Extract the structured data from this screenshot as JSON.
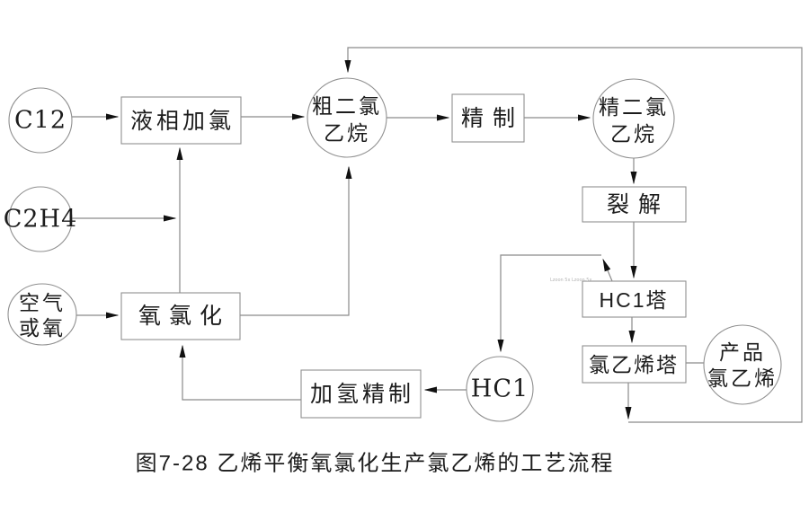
{
  "figure": {
    "caption": "图7-28 乙烯平衡氧氯化生产氯乙烯的工艺流程",
    "artifact_text": "Lzoon 5x Lzoon 5x"
  },
  "palette": {
    "background": "#ffffff",
    "line": "#8a8a8a",
    "arrowhead": "#111111",
    "text": "#1c1c1c",
    "artifact_text": "#b4b4b4"
  },
  "nodes": {
    "cl2": {
      "label": "C12"
    },
    "ethylene": {
      "label": "C2H4"
    },
    "air_or_oxygen": {
      "line1": "空气",
      "line2": "或氧"
    },
    "liquid_chlorination": {
      "label": "液相加氯"
    },
    "crude_edc": {
      "line1": "粗二氯",
      "line2": "乙烷"
    },
    "refining": {
      "label": "精制"
    },
    "refined_edc": {
      "line1": "精二氯",
      "line2": "乙烷"
    },
    "cracking": {
      "label": "裂解"
    },
    "hcl_tower": {
      "label": "HC1塔"
    },
    "vcm_tower": {
      "label": "氯乙烯塔"
    },
    "product_vcm": {
      "line1": "产品",
      "line2": "氯乙烯"
    },
    "oxychlorination": {
      "label": "氧氯化"
    },
    "hydro_refining": {
      "label": "加氢精制"
    },
    "hcl": {
      "label": "HC1"
    }
  }
}
